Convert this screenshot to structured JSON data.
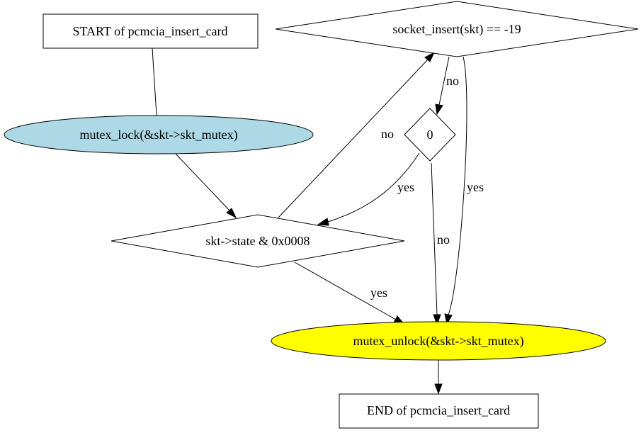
{
  "nodes": {
    "start": {
      "label": "START of pcmcia_insert_card"
    },
    "mutex_lock": {
      "label": "mutex_lock(&skt->skt_mutex)",
      "fill": "#add8e6"
    },
    "socket_insert": {
      "label": "socket_insert(skt) == -19"
    },
    "zero": {
      "label": "0"
    },
    "state_check": {
      "label": "skt->state & 0x0008"
    },
    "mutex_unlock": {
      "label": "mutex_unlock(&skt->skt_mutex)",
      "fill": "#ffff00"
    },
    "end": {
      "label": "END of pcmcia_insert_card"
    }
  },
  "edges": {
    "state_to_socket": {
      "label": "no"
    },
    "socket_to_zero": {
      "label": "no"
    },
    "socket_to_unlock": {
      "label": "yes"
    },
    "zero_to_state": {
      "label": "yes"
    },
    "zero_to_unlock": {
      "label": "no"
    },
    "state_to_unlock": {
      "label": "yes"
    }
  }
}
